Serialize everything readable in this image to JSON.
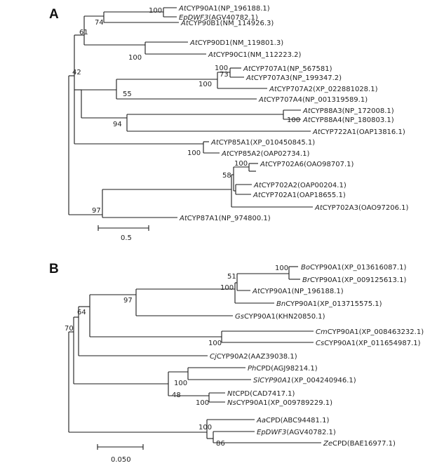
{
  "panels": {
    "A": {
      "label": "A",
      "scale_label": "0.5",
      "taxa": [
        {
          "italic": "At",
          "rest": "CYP90A1(NP_196188.1)"
        },
        {
          "italic": "EpDWF3",
          "rest": "(AGV40782.1)"
        },
        {
          "italic": "At",
          "rest": "CYP90B1(NM_114926.3)"
        },
        {
          "italic": "At",
          "rest": "CYP90D1(NM_119801.3)"
        },
        {
          "italic": "At",
          "rest": "CYP90C1(NM_112223.2)"
        },
        {
          "italic": "At",
          "rest": "CYP707A1(NP_567581)"
        },
        {
          "italic": "At",
          "rest": "CYP707A3(NP_199347.2)"
        },
        {
          "italic": "At",
          "rest": "CYP707A2(XP_022881028.1)"
        },
        {
          "italic": "At",
          "rest": "CYP707A4(NP_001319589.1)"
        },
        {
          "italic": "At",
          "rest": "CYP88A3(NP_172008.1)"
        },
        {
          "italic": "At",
          "rest": "CYP88A4(NP_180803.1)"
        },
        {
          "italic": "At",
          "rest": "CYP722A1(OAP13816.1)"
        },
        {
          "italic": "At",
          "rest": "CYP85A1(XP_010450845.1)"
        },
        {
          "italic": "At",
          "rest": "CYP85A2(OAP02734.1)"
        },
        {
          "italic": "At",
          "rest": "CYP702A6(OAO98707.1)"
        },
        {
          "italic": "At",
          "rest": "CYP702A2(OAP00204.1)"
        },
        {
          "italic": "At",
          "rest": "CYP702A1(OAP18655.1)"
        },
        {
          "italic": "At",
          "rest": "CYP702A3(OAO97206.1)"
        },
        {
          "italic": "At",
          "rest": "CYP87A1(NP_974800.1)"
        }
      ],
      "bootstrap": [
        "100",
        "74",
        "61",
        "100",
        "42",
        "100",
        "73",
        "100",
        "55",
        "94",
        "100",
        "100",
        "100",
        "58",
        "97"
      ]
    },
    "B": {
      "label": "B",
      "scale_label": "0.050",
      "taxa": [
        {
          "italic": "Bo",
          "rest": "CYP90A1(XP_013616087.1)"
        },
        {
          "italic": "Br",
          "rest": "CYP90A1(XP_009125613.1)"
        },
        {
          "italic": "At",
          "rest": "CYP90A1(NP_196188.1)"
        },
        {
          "italic": "Bn",
          "rest": "CYP90A1(XP_013715575.1)"
        },
        {
          "italic": "Gs",
          "rest": "CYP90A1(KHN20850.1)"
        },
        {
          "italic": "Cm",
          "rest": "CYP90A1(XP_008463232.1)"
        },
        {
          "italic": "Cs",
          "rest": "CYP90A1(XP_011654987.1)"
        },
        {
          "italic": "Cj",
          "rest": "CYP90A2(AAZ39038.1)"
        },
        {
          "italic": "Ph",
          "rest": "CPD(AGJ98214.1)"
        },
        {
          "italic": "SlCYP90A1",
          "rest": "(XP_004240946.1)"
        },
        {
          "italic": "Nt",
          "rest": "CPD(CAD7417.1)"
        },
        {
          "italic": "Ns",
          "rest": "CYP90A1(XP_009789229.1)"
        },
        {
          "italic": "Aa",
          "rest": "CPD(ABC94481.1)"
        },
        {
          "italic": "EpDWF3",
          "rest": "(AGV40782.1)"
        },
        {
          "italic": "Ze",
          "rest": "CPD(BAE16977.1)"
        }
      ],
      "bootstrap": [
        "100",
        "51",
        "100",
        "97",
        "64",
        "100",
        "70",
        "100",
        "100",
        "48",
        "100",
        "86"
      ]
    }
  }
}
